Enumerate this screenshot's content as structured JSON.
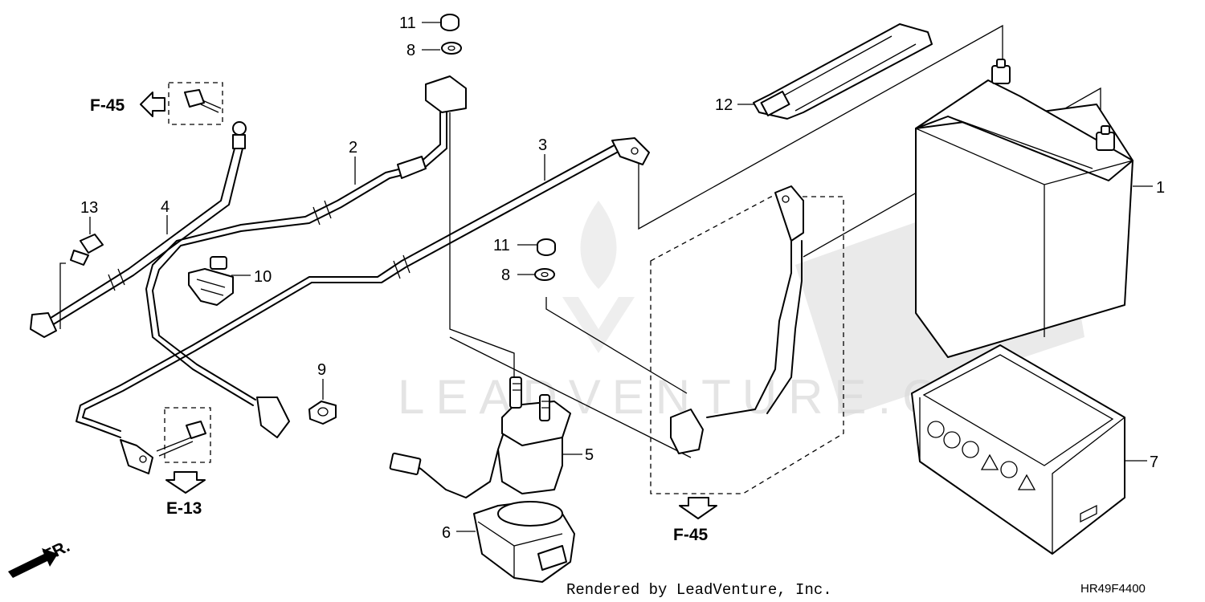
{
  "diagram": {
    "callouts": [
      {
        "id": "c1",
        "label": "1"
      },
      {
        "id": "c2",
        "label": "2"
      },
      {
        "id": "c3",
        "label": "3"
      },
      {
        "id": "c4",
        "label": "4"
      },
      {
        "id": "c5",
        "label": "5"
      },
      {
        "id": "c6",
        "label": "6"
      },
      {
        "id": "c7",
        "label": "7"
      },
      {
        "id": "c8a",
        "label": "8"
      },
      {
        "id": "c8b",
        "label": "8"
      },
      {
        "id": "c9",
        "label": "9"
      },
      {
        "id": "c10",
        "label": "10"
      },
      {
        "id": "c11a",
        "label": "11"
      },
      {
        "id": "c11b",
        "label": "11"
      },
      {
        "id": "c12",
        "label": "12"
      },
      {
        "id": "c13",
        "label": "13"
      }
    ],
    "refs": {
      "f45_left": "F-45",
      "f45_bottom": "F-45",
      "e13": "E-13",
      "front": "FR."
    },
    "watermark": "LEADVENTURE.COM",
    "footer": "Rendered by LeadVenture, Inc.",
    "diagram_code": "HR49F4400"
  }
}
